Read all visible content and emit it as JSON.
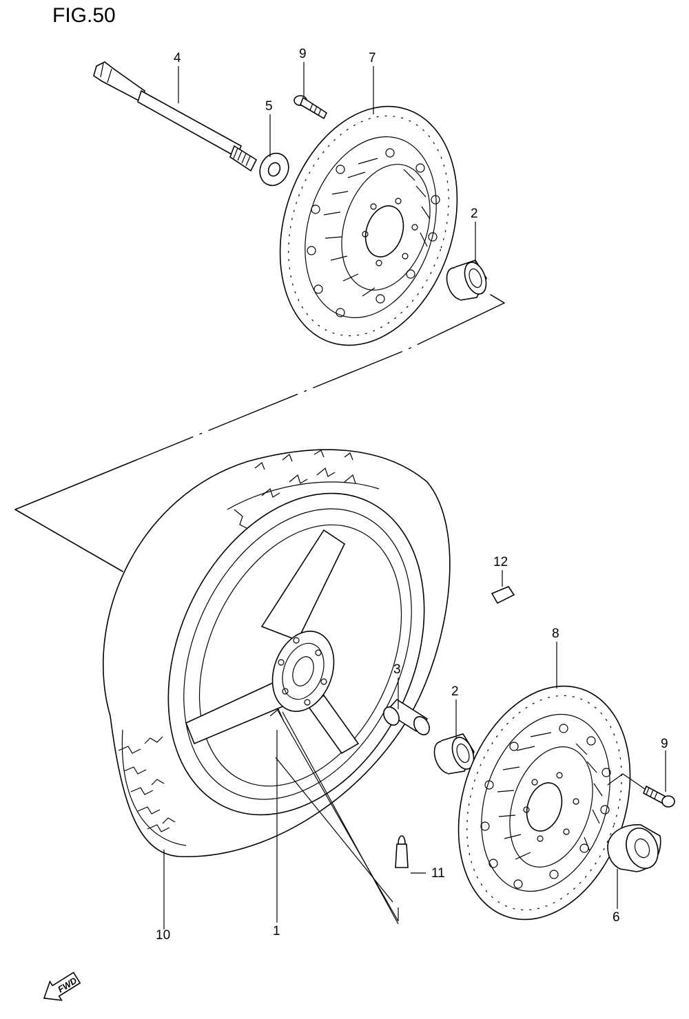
{
  "figure": {
    "title": "FIG.50"
  },
  "fwd_label": "FWD",
  "callouts": {
    "c1": "1",
    "c2a": "2",
    "c2b": "2",
    "c3": "3",
    "c4": "4",
    "c5": "5",
    "c6": "6",
    "c7": "7",
    "c8": "8",
    "c9a": "9",
    "c9b": "9",
    "c10": "10",
    "c11": "11",
    "c12": "12"
  }
}
